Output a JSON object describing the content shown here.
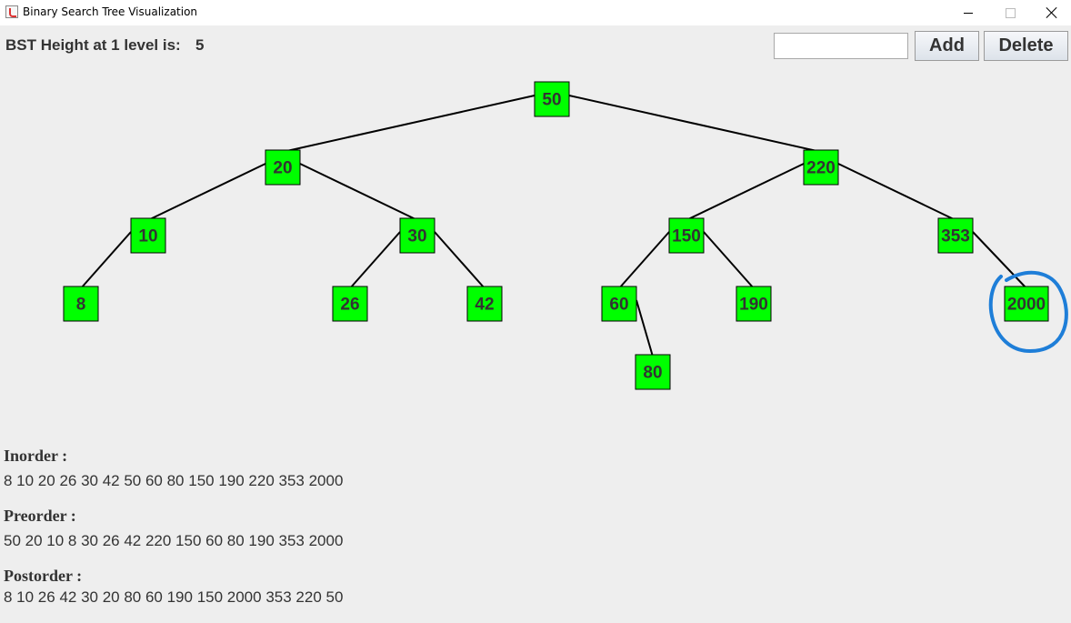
{
  "window": {
    "title": "Binary Search Tree Visualization"
  },
  "header": {
    "height_label": "BST Height at 1 level is:",
    "height_value": "5",
    "input_value": "",
    "add_label": "Add",
    "delete_label": "Delete"
  },
  "tree": {
    "nodes": [
      {
        "id": "50",
        "label": "50"
      },
      {
        "id": "20",
        "label": "20"
      },
      {
        "id": "220",
        "label": "220"
      },
      {
        "id": "10",
        "label": "10"
      },
      {
        "id": "30",
        "label": "30"
      },
      {
        "id": "150",
        "label": "150"
      },
      {
        "id": "353",
        "label": "353"
      },
      {
        "id": "8",
        "label": "8"
      },
      {
        "id": "26",
        "label": "26"
      },
      {
        "id": "42",
        "label": "42"
      },
      {
        "id": "60",
        "label": "60"
      },
      {
        "id": "190",
        "label": "190"
      },
      {
        "id": "2000",
        "label": "2000"
      },
      {
        "id": "80",
        "label": "80"
      }
    ],
    "edges": [
      [
        "50",
        "20"
      ],
      [
        "50",
        "220"
      ],
      [
        "20",
        "10"
      ],
      [
        "20",
        "30"
      ],
      [
        "220",
        "150"
      ],
      [
        "220",
        "353"
      ],
      [
        "10",
        "8"
      ],
      [
        "30",
        "26"
      ],
      [
        "30",
        "42"
      ],
      [
        "150",
        "60"
      ],
      [
        "150",
        "190"
      ],
      [
        "353",
        "2000"
      ],
      [
        "60",
        "80"
      ]
    ],
    "highlighted_node": "2000",
    "node_color": "#00ff00",
    "highlight_color": "#1e7ed8"
  },
  "traversals": {
    "inorder_label": "Inorder :",
    "inorder_values": "8 10 20 26 30 42 50 60 80 150 190 220 353 2000",
    "preorder_label": "Preorder :",
    "preorder_values": "50 20 10 8 30 26 42 220 150 60 80 190 353 2000",
    "postorder_label": "Postorder :",
    "postorder_values": "8 10 26 42 30 20 80 60 190 150 2000 353 220 50"
  }
}
